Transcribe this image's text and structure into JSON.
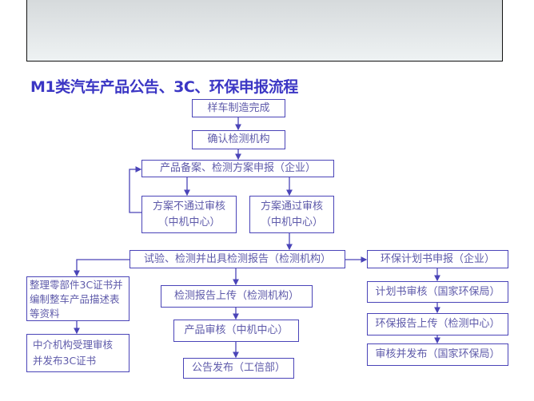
{
  "title": "M1类汽车产品公告、3C、环保申报流程",
  "colors": {
    "title": "#3b36c4",
    "line": "#4a44b8",
    "text": "#5e5aaa"
  },
  "nodes": {
    "sample_done": "样车制造完成",
    "confirm_lab": "确认检测机构",
    "filing": "产品备案、检测方案申报（企业）",
    "plan_fail": "方案不通过审核（中机中心）",
    "plan_pass": "方案通过审核（中机中心）",
    "testing": "试验、检测并出具检测报告（检测机构）",
    "env_plan": "环保计划书申报（企业）",
    "parts_3c": "整理零部件3C证书并编制整车产品描述表等资料",
    "agency_3c": "中介机构受理审核并发布3C证书",
    "report_upload": "检测报告上传（检测机构）",
    "product_review": "产品审核（中机中心）",
    "announce": "公告发布（工信部）",
    "plan_review": "计划书审核（国家环保局）",
    "env_report": "环保报告上传（检测中心）",
    "env_publish": "审核并发布（国家环保局）"
  }
}
